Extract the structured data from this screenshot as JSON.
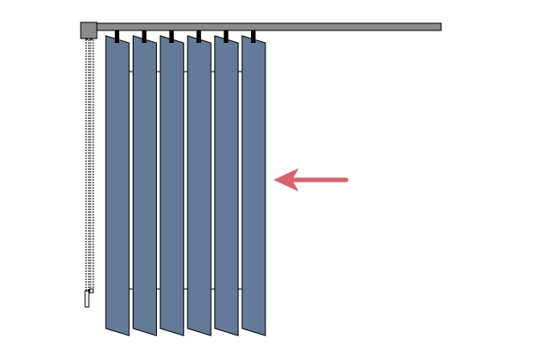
{
  "diagram": {
    "subject": "vertical-blind",
    "slat_count": 6,
    "action": "draw-slats-closed",
    "colors": {
      "background": "#ffffff",
      "headrail": "#8c8c8c",
      "headrail_end_cap": "#8c8c8c",
      "outline": "#000000",
      "slat": "#637b99",
      "carrier": "#000000",
      "pull_cord": "#ffffff",
      "bottom_chain": "#ffffff",
      "arrow": "#d9636b"
    },
    "arrow": {
      "direction": "left"
    }
  }
}
